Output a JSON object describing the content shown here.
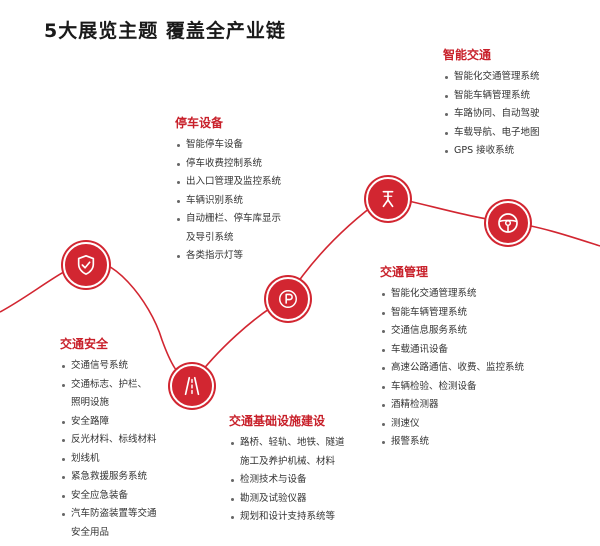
{
  "title": "5大展览主题  覆盖全产业链",
  "colors": {
    "accent": "#c8202a",
    "line": "#d22631",
    "text": "#333333"
  },
  "groups": {
    "smart_traffic": {
      "title": "智能交通",
      "items": [
        "智能化交通管理系统",
        "智能车辆管理系统",
        "车路协同、自动驾驶",
        "车载导航、电子地图",
        "GPS 接收系统"
      ]
    },
    "parking": {
      "title": "停车设备",
      "items": [
        "智能停车设备",
        "停车收费控制系统",
        "出入口管理及监控系统",
        "车辆识别系统",
        "自动栅栏、停车库显示",
        "及导引系统",
        "各类指示灯等"
      ]
    },
    "traffic_mgmt": {
      "title": "交通管理",
      "items": [
        "智能化交通管理系统",
        "智能车辆管理系统",
        "交通信息服务系统",
        "车载通讯设备",
        "高速公路通信、收费、监控系统",
        "车辆检验、检测设备",
        "酒精检测器",
        "测速仪",
        "报警系统"
      ]
    },
    "safety": {
      "title": "交通安全",
      "items": [
        "交通信号系统",
        "交通标志、护栏、",
        "照明设施",
        "安全路障",
        "反光材料、标线材料",
        "划线机",
        "紧急救援服务系统",
        "安全应急装备",
        "汽车防盗装置等交通",
        "安全用品"
      ]
    },
    "infrastructure": {
      "title": "交通基础设施建设",
      "items": [
        "路桥、轻轨、地铁、隧道",
        "施工及养护机械、材料",
        "检测技术与设备",
        "勘测及试验仪器",
        "规划和设计支持系统等"
      ]
    }
  },
  "nodes": [
    "shield-check-icon",
    "road-icon",
    "parking-icon",
    "traffic-signal-icon",
    "steering-wheel-icon"
  ]
}
